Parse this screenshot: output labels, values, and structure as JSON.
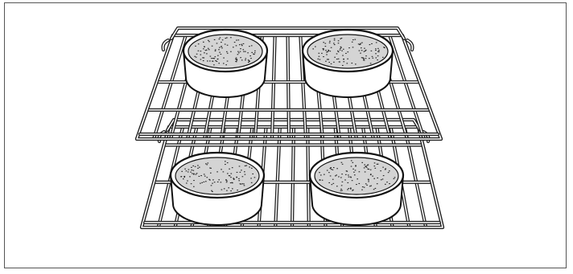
{
  "illustration": {
    "subject": "oven-racks-with-cake-pans",
    "rack_count": 2,
    "pans_per_rack": 2,
    "colors": {
      "frame": "#555555",
      "rack_stroke": "#222222",
      "rack_fill": "#ffffff",
      "pan_outline": "#111111",
      "batter_fill": "#d4d4d4",
      "batter_speckle": "#222222"
    }
  }
}
